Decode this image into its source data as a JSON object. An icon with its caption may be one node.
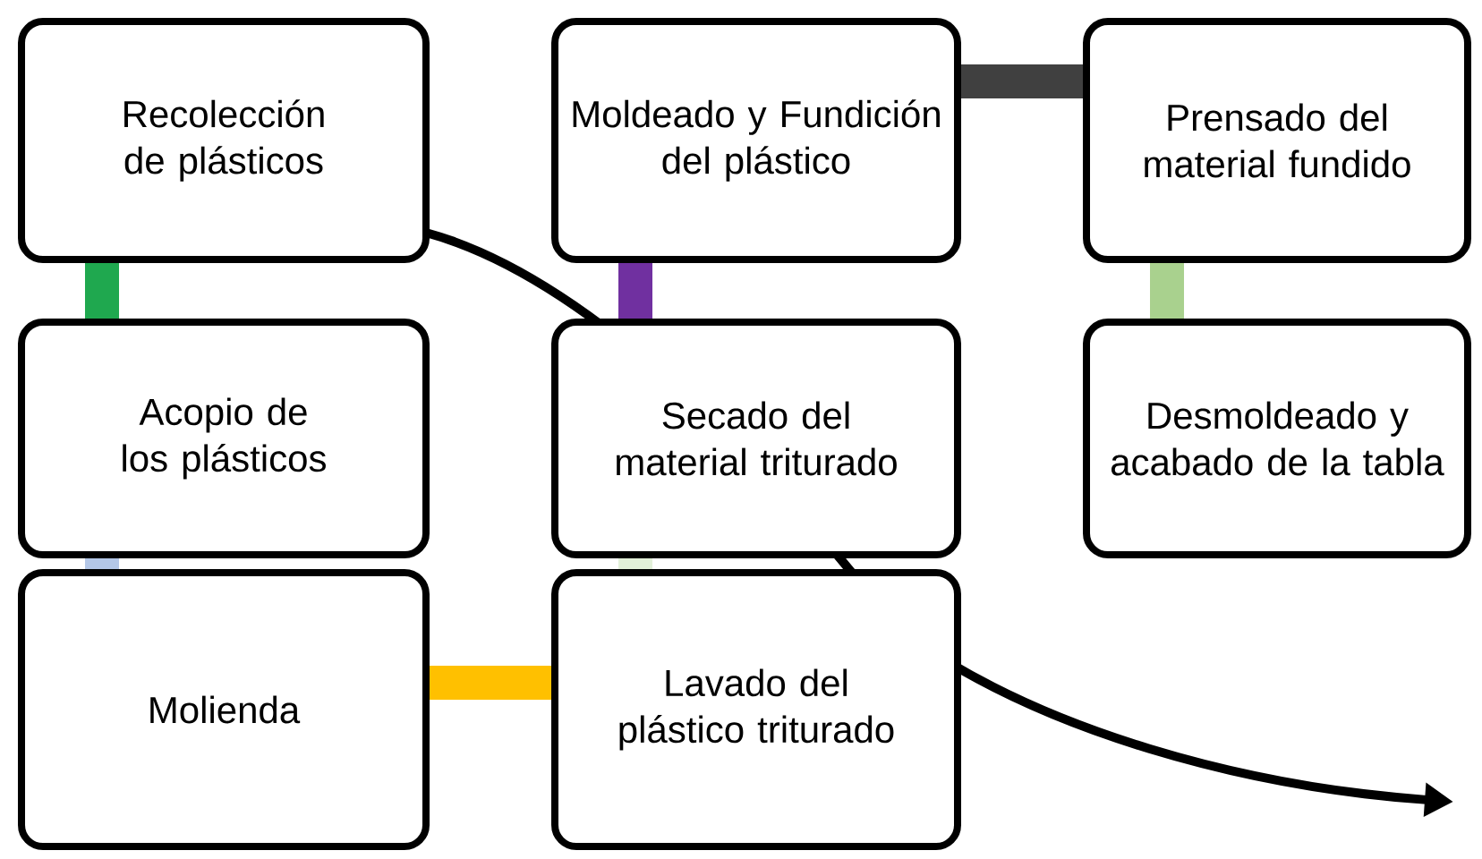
{
  "diagram": {
    "nodes": [
      {
        "text": [
          "Recolección de plásticos"
        ]
      },
      {
        "text": [
          "Moldeado y Fundición del plástico"
        ]
      },
      {
        "text": [
          "Prensado del material fundido"
        ]
      },
      {
        "text": [
          "Acopio de los plásticos"
        ]
      },
      {
        "text": [
          "Secado del material triturado"
        ]
      },
      {
        "text": [
          "Desmoldeado y acabado de la tabla"
        ]
      },
      {
        "text": [
          "Molienda"
        ]
      },
      {
        "text": [
          "Lavado del plástico triturado"
        ]
      }
    ],
    "edges": [
      {
        "from": 0,
        "to": 3,
        "arrow": "none",
        "color": "#1fa84f"
      },
      {
        "from": 3,
        "to": 6,
        "arrow": "none",
        "color": "#b4c7e7"
      },
      {
        "from": 6,
        "to": 7,
        "arrow": "none",
        "color": "#ffc000"
      },
      {
        "from": 7,
        "to": 4,
        "arrow": "none",
        "color": "#e2f0d9"
      },
      {
        "from": 4,
        "to": 1,
        "arrow": "none",
        "color": "#7030a0"
      },
      {
        "from": 1,
        "to": 2,
        "arrow": "none",
        "color": "#404040"
      },
      {
        "from": 2,
        "to": 5,
        "arrow": "none",
        "color": "#a9d18e"
      }
    ]
  }
}
